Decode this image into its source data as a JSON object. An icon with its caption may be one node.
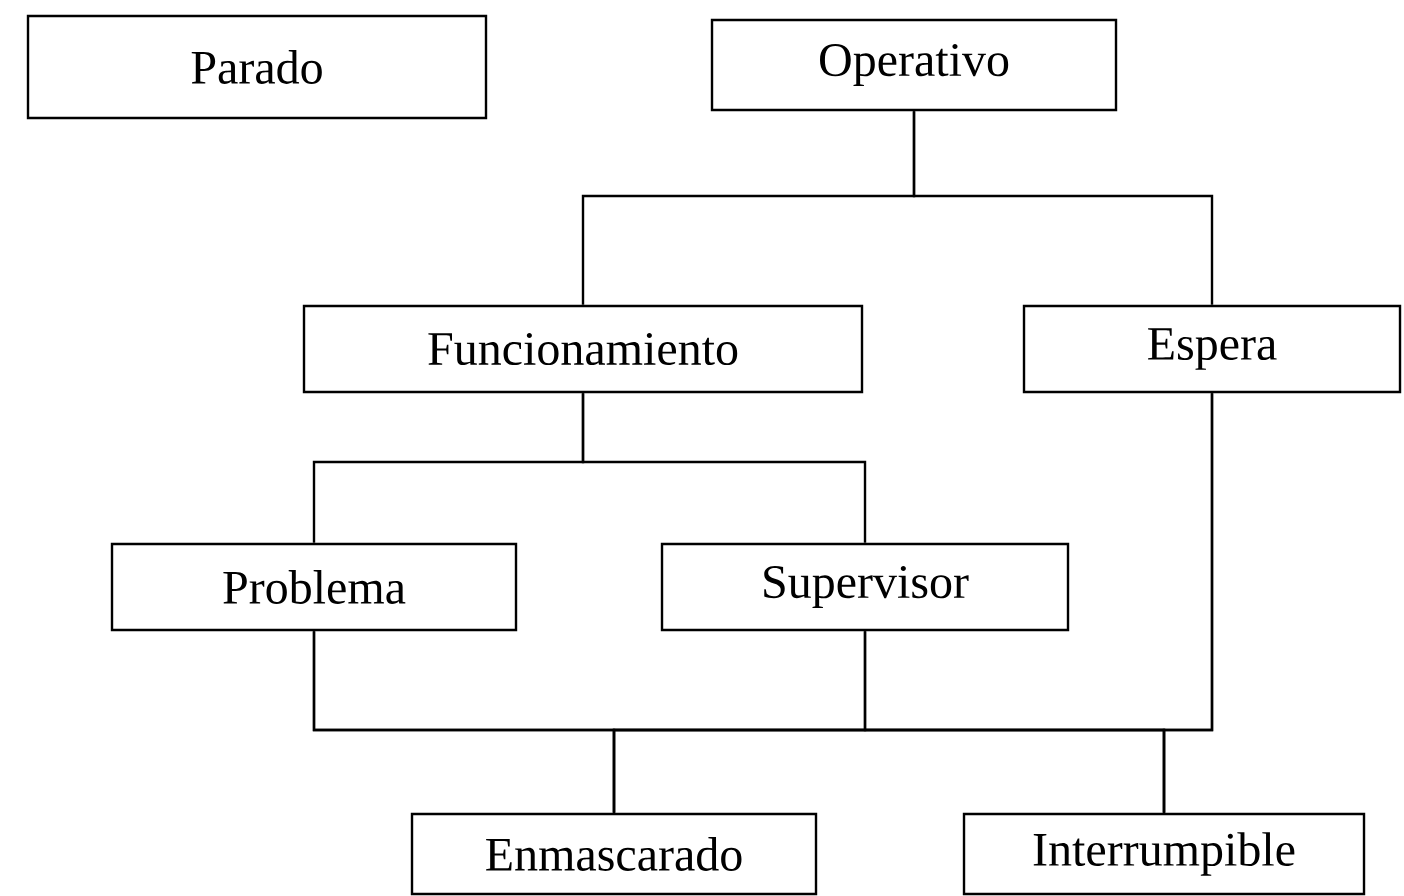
{
  "diagram": {
    "nodes": [
      {
        "text": [
          "Parado"
        ]
      },
      {
        "text": [
          "Operativo"
        ]
      },
      {
        "text": [
          "Funcionamiento"
        ]
      },
      {
        "text": [
          "Espera"
        ]
      },
      {
        "text": [
          "Problema"
        ]
      },
      {
        "text": [
          "Supervisor"
        ]
      },
      {
        "text": [
          "Enmascarado"
        ]
      },
      {
        "text": [
          "Interrumpible"
        ]
      }
    ],
    "edges": [
      {
        "from": 1,
        "to": 2,
        "arrow": "none"
      },
      {
        "from": 1,
        "to": 3,
        "arrow": "none"
      },
      {
        "from": 2,
        "to": 4,
        "arrow": "none"
      },
      {
        "from": 2,
        "to": 5,
        "arrow": "none"
      },
      {
        "from": 4,
        "to": 6,
        "arrow": "none"
      },
      {
        "from": 4,
        "to": 7,
        "arrow": "none"
      },
      {
        "from": 5,
        "to": 6,
        "arrow": "none"
      },
      {
        "from": 5,
        "to": 7,
        "arrow": "none"
      },
      {
        "from": 3,
        "to": 6,
        "arrow": "none"
      },
      {
        "from": 3,
        "to": 7,
        "arrow": "none"
      }
    ]
  }
}
